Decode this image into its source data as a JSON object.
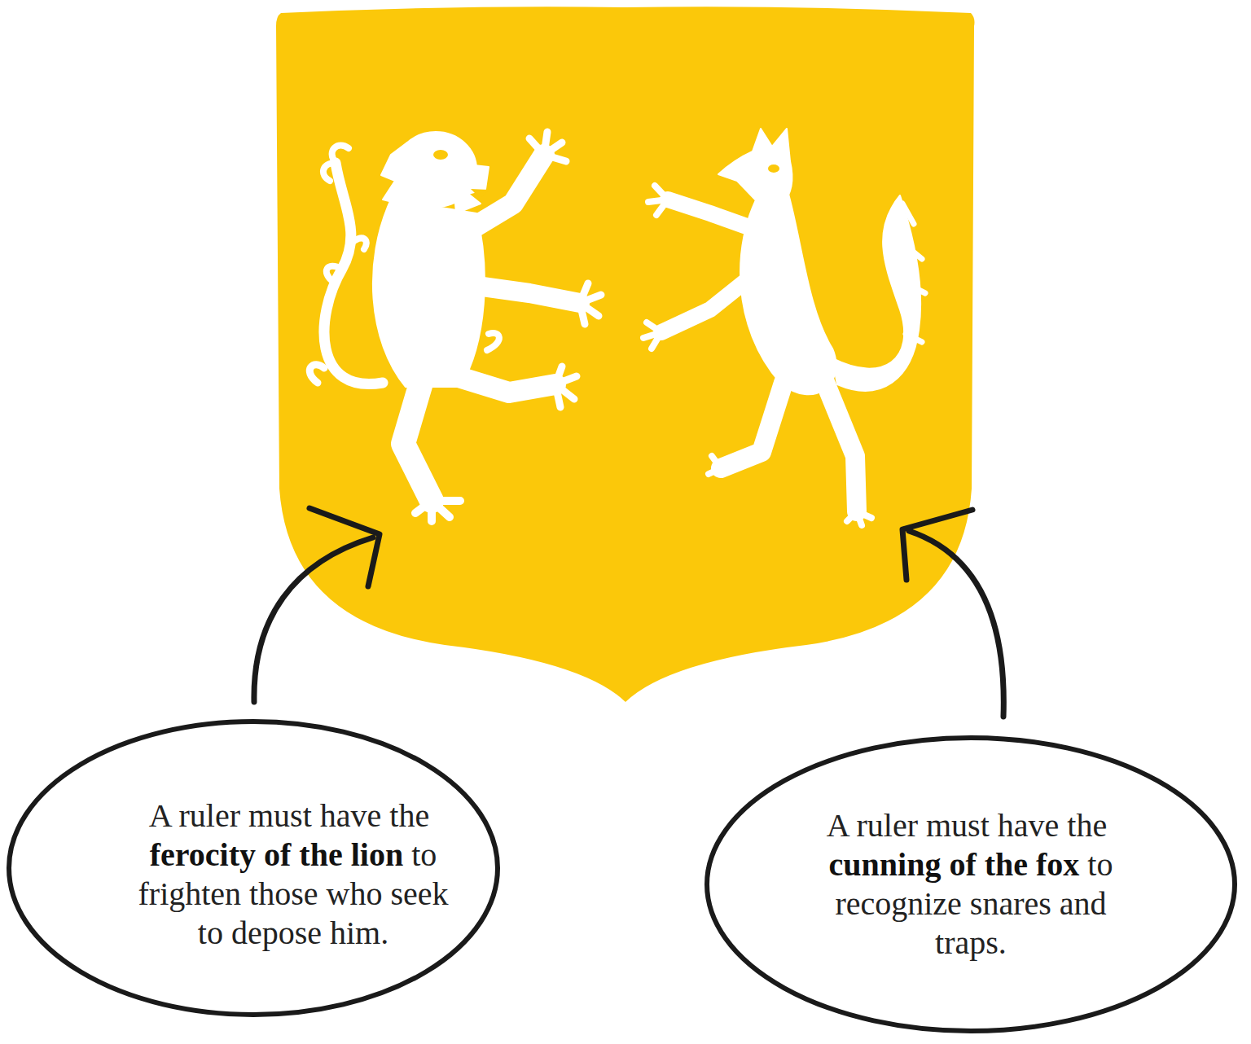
{
  "diagram": {
    "nodes": [
      {
        "text": [
          "A ruler must have the",
          "ferocity of the lion",
          "to frighten those who seek to depose him."
        ]
      },
      {
        "text": [
          "A ruler must have the",
          "cunning of the fox",
          "to recognize snares and traps."
        ]
      }
    ]
  }
}
